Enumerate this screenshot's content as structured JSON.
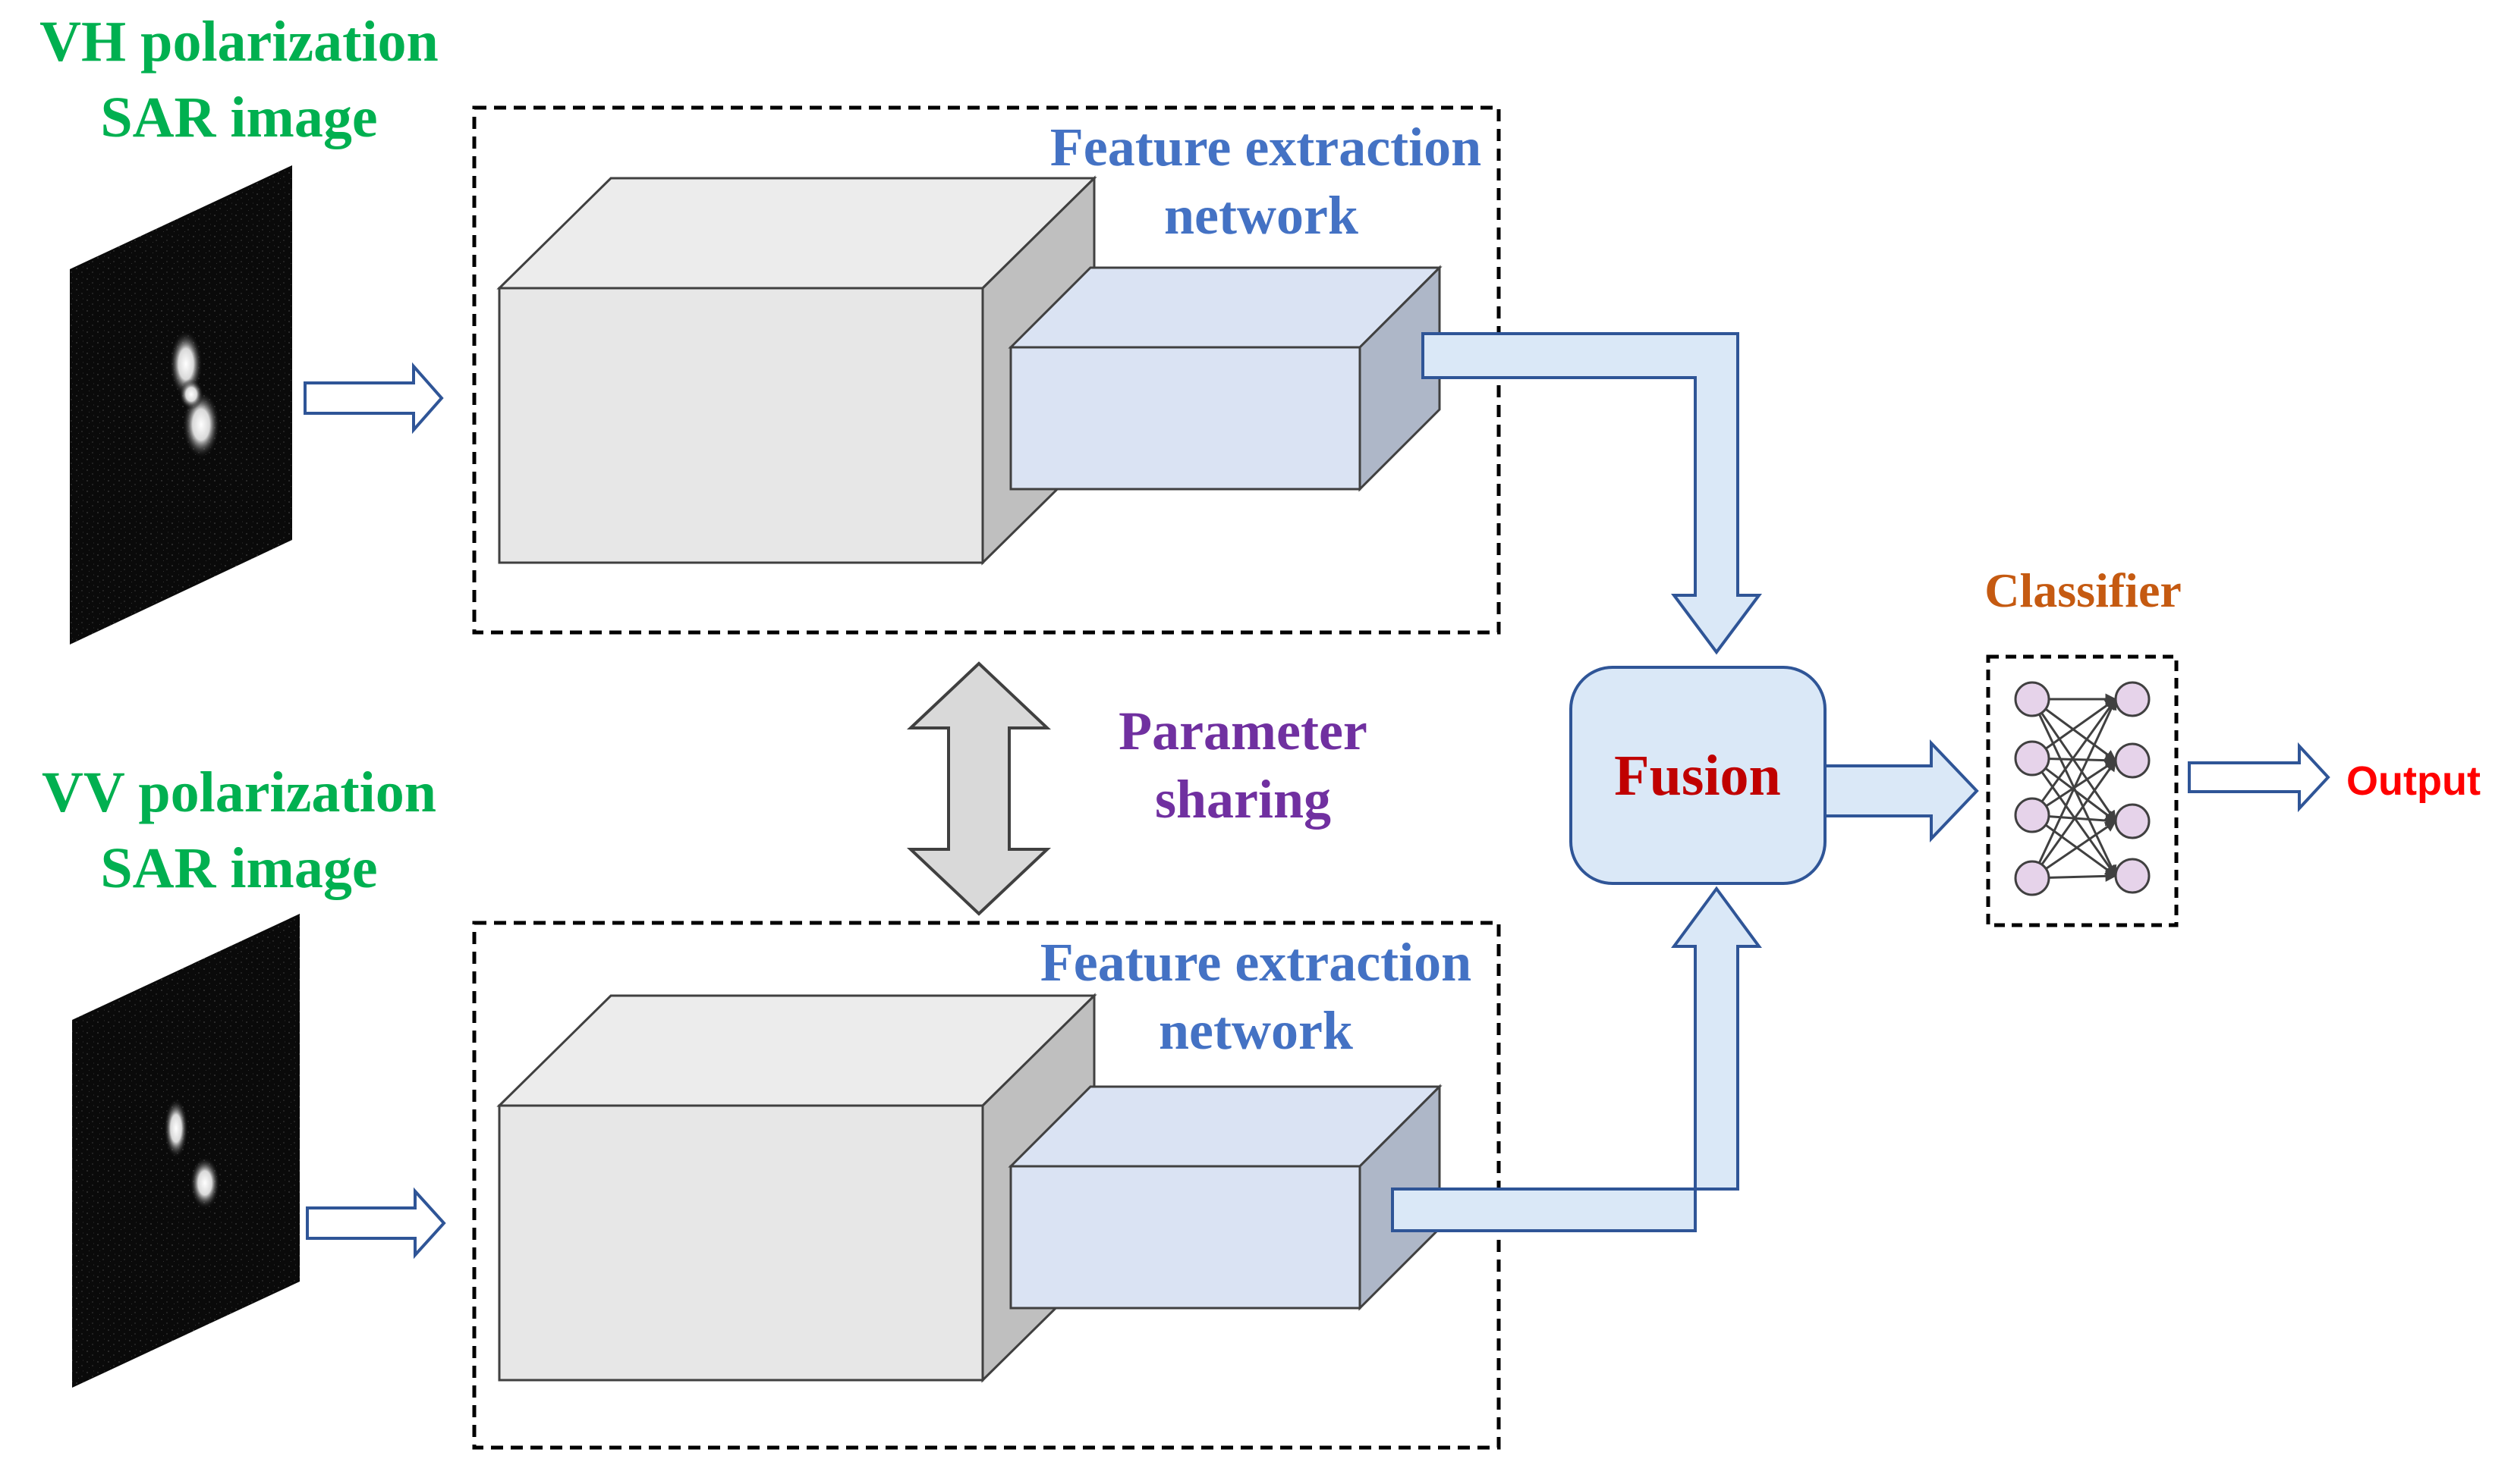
{
  "inputs": {
    "vh": {
      "title_line1": "VH polarization",
      "title_line2": "SAR image"
    },
    "vv": {
      "title_line1": "VV polarization",
      "title_line2": "SAR image"
    }
  },
  "networks": {
    "top": {
      "label_line1": "Feature extraction",
      "label_line2": "network"
    },
    "bottom": {
      "label_line1": "Feature extraction",
      "label_line2": "network"
    }
  },
  "sharing": {
    "label_line1": "Parameter",
    "label_line2": "sharing"
  },
  "fusion": {
    "label": "Fusion"
  },
  "classifier": {
    "label": "Classifier"
  },
  "output": {
    "label": "Output"
  },
  "colors": {
    "input_label": "#00b050",
    "network_label": "#4472c4",
    "sharing_label": "#7030a0",
    "fusion_label": "#c00000",
    "classifier_label": "#c55a11",
    "output_label": "#ff0000",
    "arrow_fill": "#dae8f7",
    "arrow_stroke": "#2f5597"
  }
}
